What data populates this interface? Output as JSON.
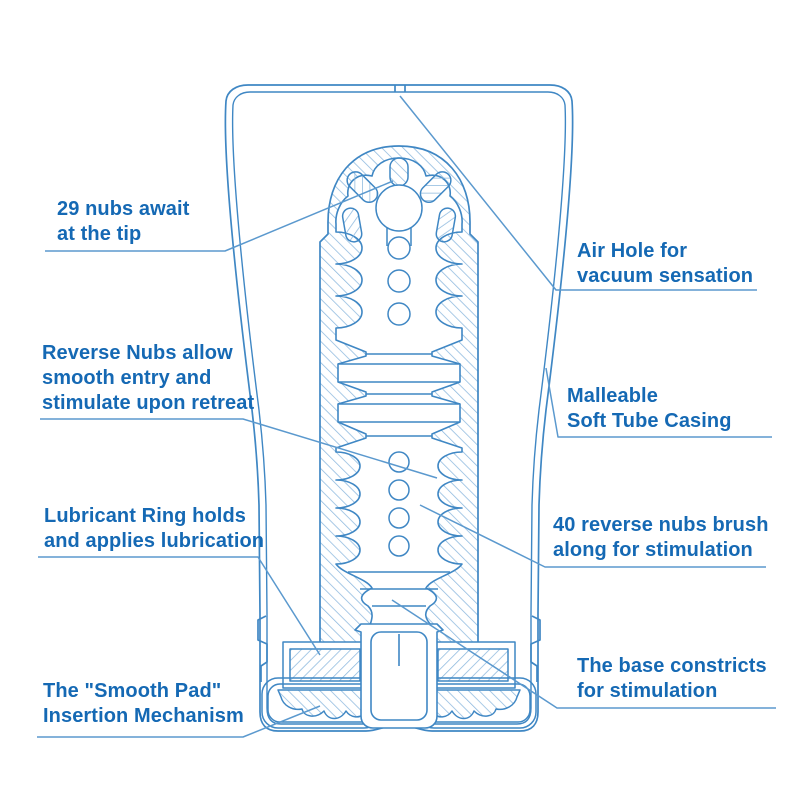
{
  "colors": {
    "label_text": "#1569b4",
    "line_art": "#3f87c4",
    "leader_line": "#5b99ce",
    "hatch": "#8cb8de",
    "background": "#ffffff"
  },
  "labels": [
    {
      "id": "tip-nubs",
      "lines": [
        "29 nubs await",
        "at the tip"
      ]
    },
    {
      "id": "air-hole",
      "lines": [
        "Air Hole for",
        "vacuum sensation"
      ]
    },
    {
      "id": "reverse-nubs",
      "lines": [
        "Reverse Nubs allow",
        "smooth entry and",
        "stimulate upon retreat"
      ]
    },
    {
      "id": "soft-tube-casing",
      "lines": [
        "Malleable",
        "Soft Tube Casing"
      ]
    },
    {
      "id": "lubricant-ring",
      "lines": [
        "Lubricant Ring holds",
        "and applies lubrication"
      ]
    },
    {
      "id": "forty-nubs",
      "lines": [
        "40 reverse nubs brush",
        "along for stimulation"
      ]
    },
    {
      "id": "smooth-pad",
      "lines": [
        "The \"Smooth Pad\"",
        "Insertion Mechanism"
      ]
    },
    {
      "id": "base-constricts",
      "lines": [
        "The base constricts",
        "for stimulation"
      ]
    }
  ]
}
